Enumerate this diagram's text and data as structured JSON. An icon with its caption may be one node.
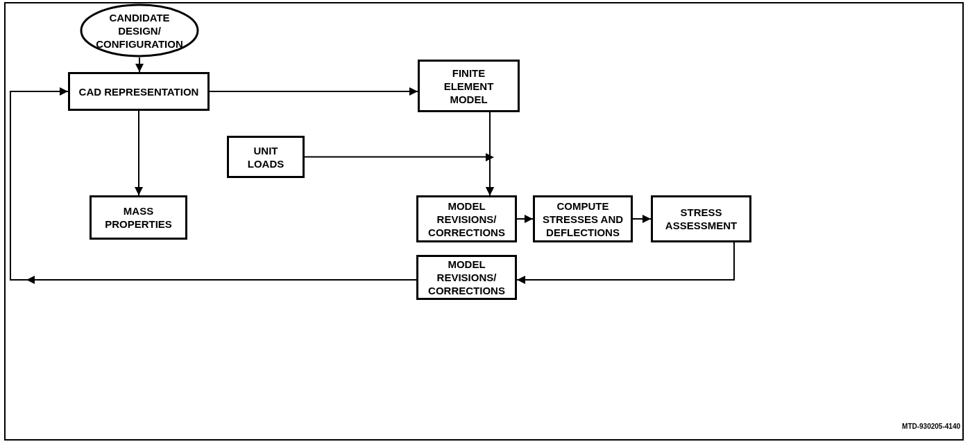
{
  "diagram": {
    "nodes": [
      {
        "text": [
          "CANDIDATE DESIGN/ CONFIGURATION"
        ]
      },
      {
        "text": [
          "CAD REPRESENTATION"
        ]
      },
      {
        "text": [
          "FINITE ELEMENT MODEL"
        ]
      },
      {
        "text": [
          "UNIT LOADS"
        ]
      },
      {
        "text": [
          "MASS PROPERTIES"
        ]
      },
      {
        "text": [
          "MODEL REVISIONS/ CORRECTIONS"
        ]
      },
      {
        "text": [
          "COMPUTE STRESSES AND DEFLECTIONS"
        ]
      },
      {
        "text": [
          "STRESS ASSESSMENT"
        ]
      },
      {
        "text": [
          "MODEL REVISIONS/ CORRECTIONS"
        ]
      }
    ],
    "edges": [
      {
        "from": 0,
        "to": 1,
        "arrow": "to"
      },
      {
        "from": 1,
        "to": 2,
        "arrow": "to"
      },
      {
        "from": 1,
        "to": 4,
        "arrow": "to"
      },
      {
        "from": 2,
        "to": 5,
        "arrow": "to"
      },
      {
        "from": 3,
        "to": 5,
        "arrow": "to"
      },
      {
        "from": 5,
        "to": 6,
        "arrow": "to"
      },
      {
        "from": 6,
        "to": 7,
        "arrow": "to"
      },
      {
        "from": 7,
        "to": 8,
        "arrow": "to"
      },
      {
        "from": 8,
        "to": 1,
        "arrow": "to"
      }
    ],
    "labels": [
      "MTD-930205-4140"
    ]
  }
}
